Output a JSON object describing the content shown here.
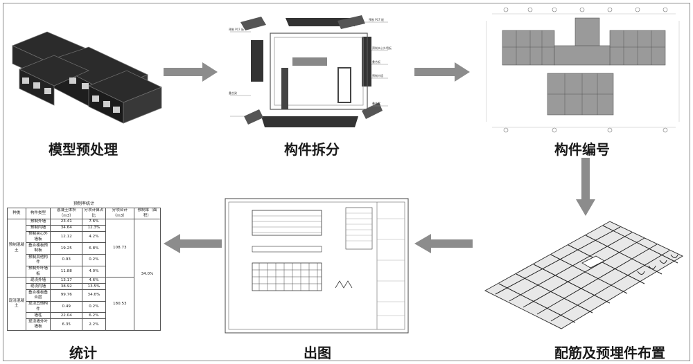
{
  "steps": [
    {
      "id": "model",
      "label": "模型预处理"
    },
    {
      "id": "split",
      "label": "构件拆分"
    },
    {
      "id": "number",
      "label": "构件编号"
    },
    {
      "id": "rebar",
      "label": "配筋及预埋件布置"
    },
    {
      "id": "drawing",
      "label": "出图"
    },
    {
      "id": "stats",
      "label": "统计"
    }
  ],
  "split_callouts": [
    "预制 PCF 板",
    "预制夹心外墙板",
    "叠合板",
    "预制内墙",
    "叠合梁"
  ],
  "stats_table": {
    "title": "预制率统计",
    "headers": [
      "种类",
      "构件类型",
      "混凝土体积（m3）",
      "分项计算占比",
      "分项合计（m3）",
      "预制率（面积）"
    ],
    "group_a": "预制混凝土",
    "group_b": "现浇混凝土",
    "rows": [
      [
        "预制外墙",
        "23.41",
        "7.6%"
      ],
      [
        "预制内墙",
        "34.64",
        "12.3%"
      ],
      [
        "预制夹心外墙板",
        "12.12",
        "4.2%"
      ],
      [
        "叠合楼板预制板",
        "19.25",
        "6.8%"
      ],
      [
        "预制其他构件",
        "0.93",
        "0.2%"
      ],
      [
        "预制外叶墙板",
        "11.88",
        "4.0%"
      ],
      [
        "现浇外墙",
        "13.17",
        "4.6%"
      ],
      [
        "现浇内墙",
        "38.92",
        "13.5%"
      ],
      [
        "叠合楼板叠合层",
        "99.76",
        "34.6%"
      ],
      [
        "现浇其他构件",
        "0.49",
        "0.2%"
      ],
      [
        "墙柱",
        "22.04",
        "6.2%"
      ],
      [
        "现浇墙外叶墙板",
        "6.35",
        "2.2%"
      ]
    ],
    "subtotal_a": "108.73",
    "subtotal_b": "180.53",
    "rate": "34.0%"
  }
}
